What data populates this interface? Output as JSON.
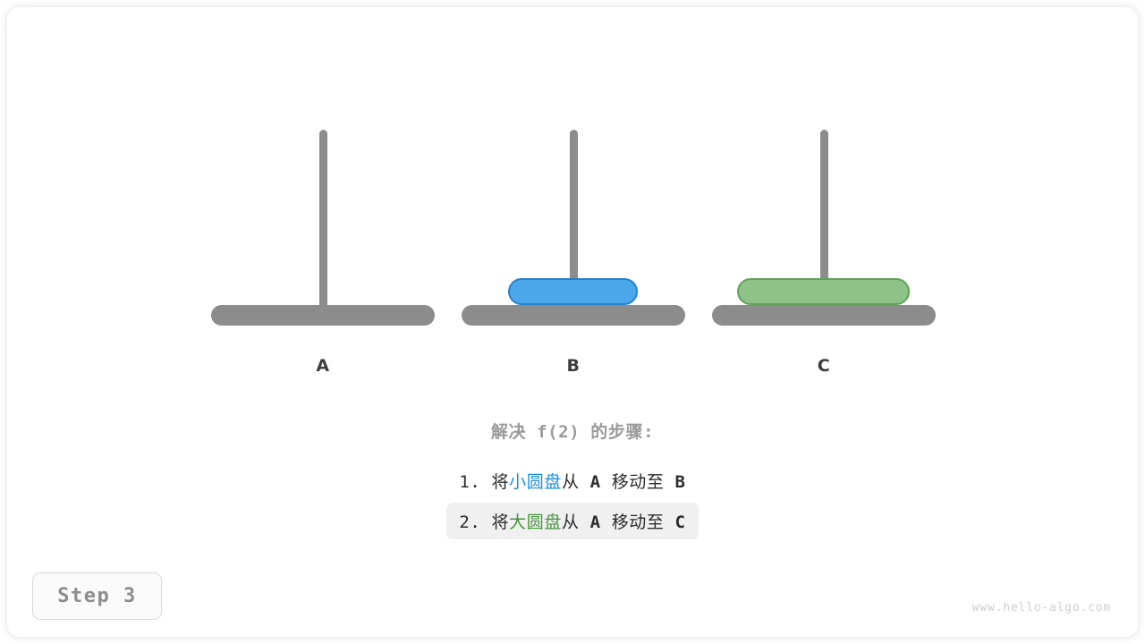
{
  "watermark": "www.hello-algo.com",
  "step_badge": {
    "label": "Step 3"
  },
  "caption": {
    "title": "解决 f(2) 的步骤:",
    "steps": [
      {
        "index": "1.",
        "verb": "将",
        "disk": "小圆盘",
        "disk_type": "small",
        "from_word": "从",
        "from_peg": "A",
        "move_word": "移动至",
        "to_peg": "B",
        "highlighted": false
      },
      {
        "index": "2.",
        "verb": "将",
        "disk": "大圆盘",
        "disk_type": "large",
        "from_word": "从",
        "from_peg": "A",
        "move_word": "移动至",
        "to_peg": "C",
        "highlighted": true
      }
    ]
  },
  "towers": [
    {
      "label": "A",
      "disks": []
    },
    {
      "label": "B",
      "disks": [
        "small"
      ]
    },
    {
      "label": "C",
      "disks": [
        "large"
      ]
    }
  ],
  "colors": {
    "small_disk_fill": "#4ba6ea",
    "small_disk_border": "#2480cf",
    "large_disk_fill": "#8ec289",
    "large_disk_border": "#5fa356",
    "pole": "#8c8c8c",
    "base": "#8c8c8c",
    "label": "#3c3c3c",
    "caption_title": "#9a9a9a",
    "highlight_bg": "#f0f0f0",
    "watermark": "#cfcfcf"
  }
}
